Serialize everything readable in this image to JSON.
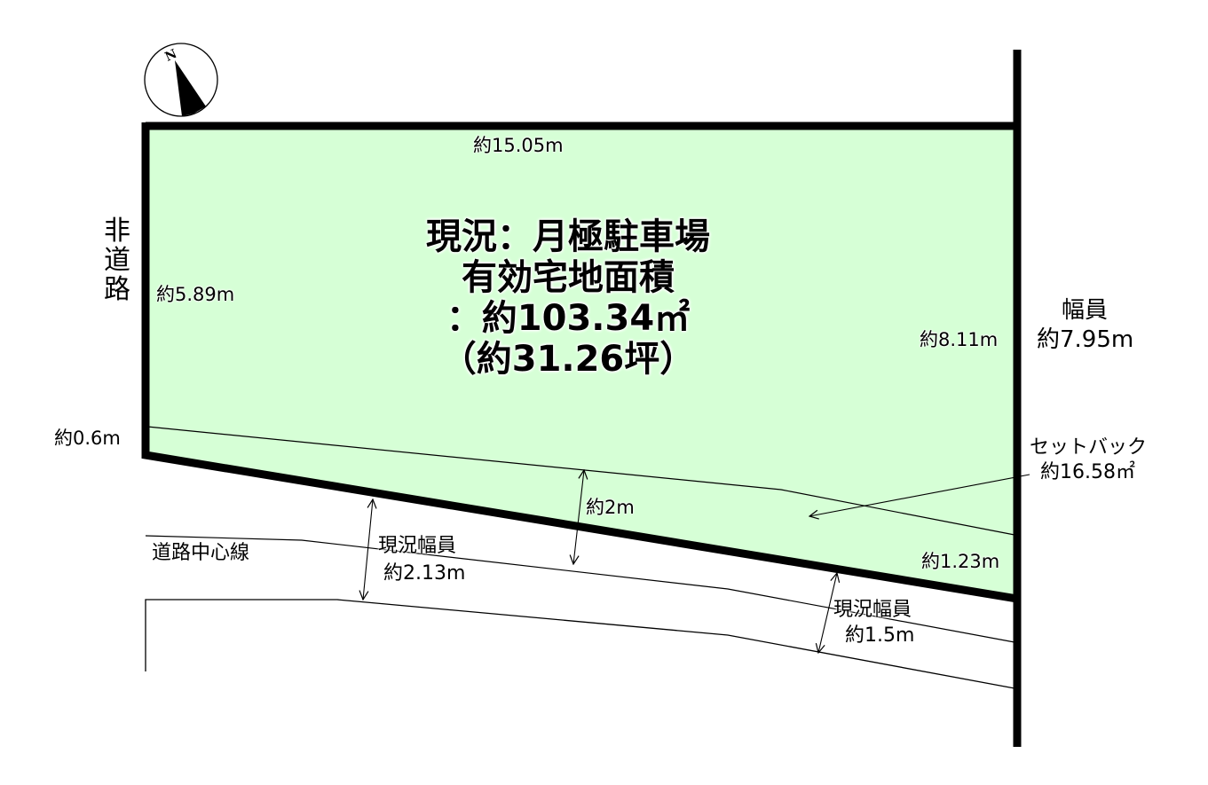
{
  "colors": {
    "lot_fill": "#d6ffd6",
    "boundary": "#000000",
    "background": "#ffffff"
  },
  "compass": {
    "north_label": "N",
    "icon": "north-arrow-icon"
  },
  "lot": {
    "status_line": "現況：月極駐車場",
    "area_title": "有効宅地面積",
    "area_value": "：約103.34㎡",
    "area_tsubo": "（約31.26坪）"
  },
  "dimensions": {
    "top": "約15.05m",
    "left": "約5.89m",
    "right": "約8.11m",
    "left_setback": "約0.6m",
    "right_setback": "約1.23m",
    "setback_depth": "約2m"
  },
  "labels": {
    "non_road": [
      "非",
      "道",
      "路"
    ],
    "right_road_width_title": "幅員",
    "right_road_width_value": "約7.95m",
    "setback_title": "セットバック",
    "setback_area": "約16.58㎡",
    "road_centerline": "道路中心線",
    "current_width_left_title": "現況幅員",
    "current_width_left_value": "約2.13m",
    "current_width_right_title": "現況幅員",
    "current_width_right_value": "約1.5m"
  }
}
